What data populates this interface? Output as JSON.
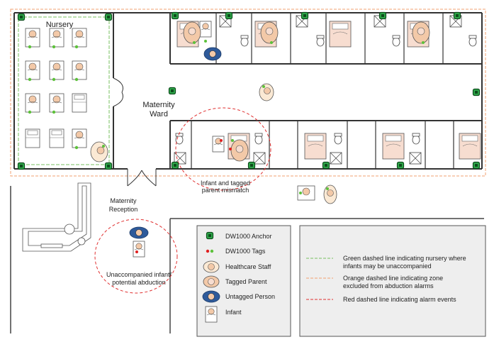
{
  "rooms": {
    "nursery": "Nursery",
    "ward_line1": "Maternity",
    "ward_line2": "Ward",
    "reception_line1": "Maternity",
    "reception_line2": "Reception"
  },
  "annotations": {
    "mismatch_line1": "Infant and tagged",
    "mismatch_line2": "parent mismatch",
    "abduction_line1": "Unaccompanied infant/",
    "abduction_line2": "potential abduction"
  },
  "legend": {
    "items": [
      {
        "label": "DW1000 Anchor",
        "icon": "anchor-icon"
      },
      {
        "label": "DW1000 Tags",
        "icon": "tags-icon"
      },
      {
        "label": "Healthcare Staff",
        "icon": "healthcare-staff-icon"
      },
      {
        "label": "Tagged Parent",
        "icon": "tagged-parent-icon"
      },
      {
        "label": "Untagged Person",
        "icon": "untagged-person-icon"
      },
      {
        "label": "Infant",
        "icon": "infant-icon"
      }
    ]
  },
  "line_legend": {
    "green_line1": "Green dashed line indicating nursery where",
    "green_line2": "infants may be unaccompanied",
    "orange_line1": "Orange dashed line indicating zone",
    "orange_line2": "excluded from abduction alarms",
    "red_line1": "Red dashed line indicating alarm events"
  },
  "colors": {
    "anchor_green": "#2fa84a",
    "tag_green": "#5cc13a",
    "tag_red": "#e02020",
    "nursery_line": "#78c060",
    "zone_line": "#f2a070",
    "alarm_line": "#e03030",
    "staff_fill": "#fbe9d4",
    "parent_fill": "#f3c9a8",
    "untagged_fill": "#2e5a9a",
    "legend_bg": "#eeeeee"
  }
}
